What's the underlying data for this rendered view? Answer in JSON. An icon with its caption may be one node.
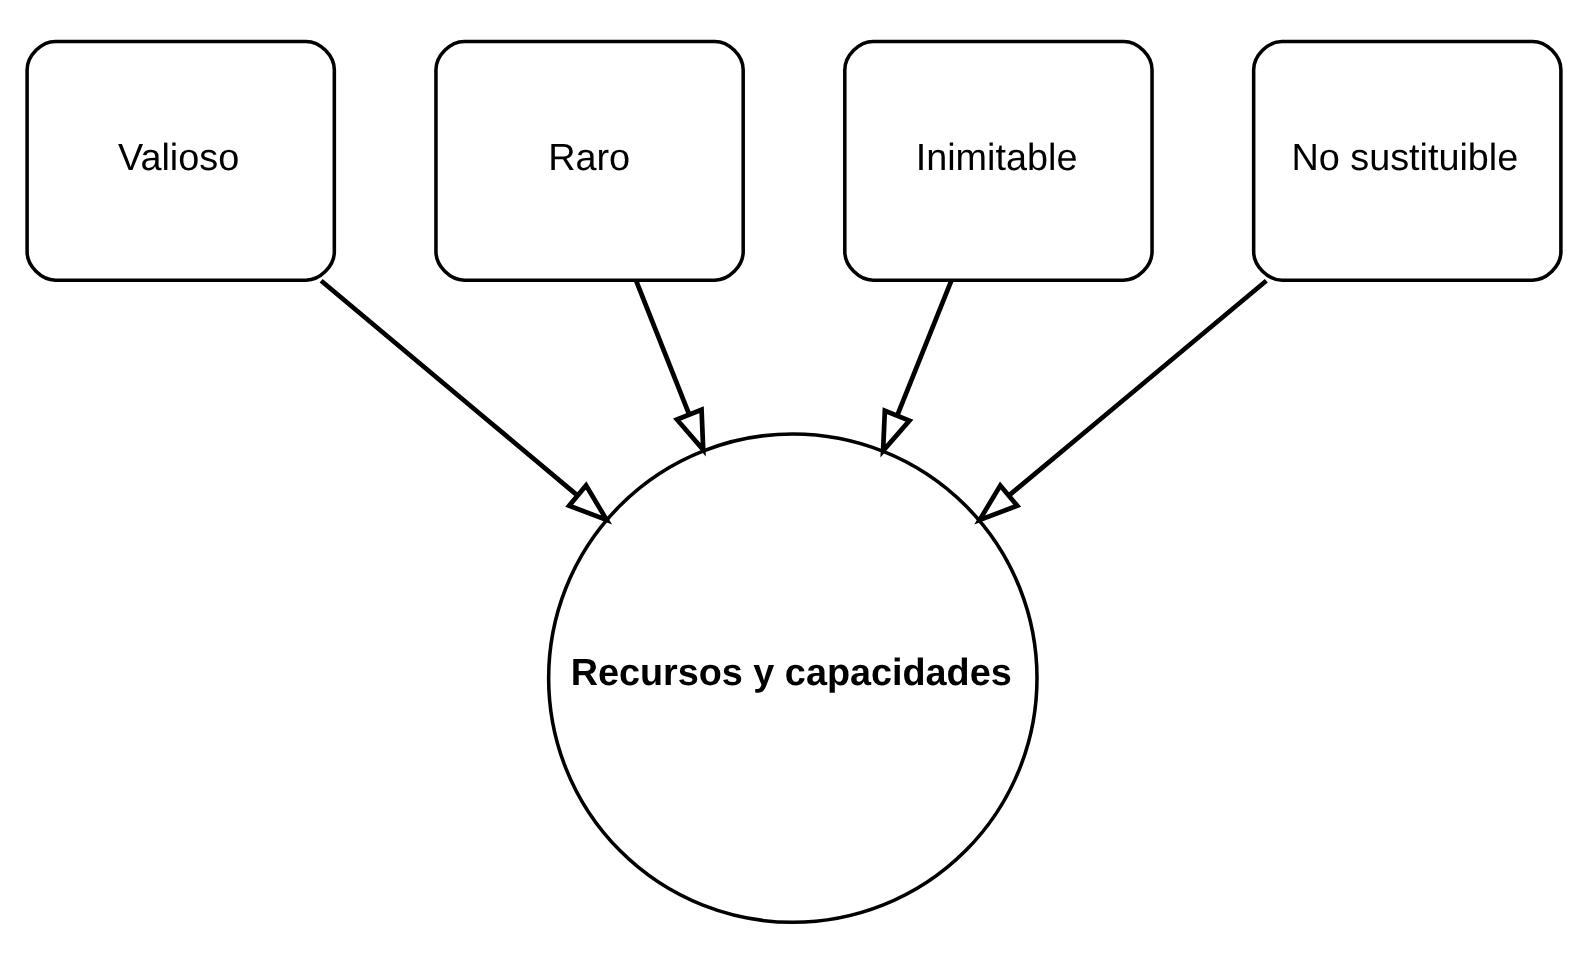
{
  "diagram": {
    "nodes": [
      {
        "text": [
          "Valioso"
        ]
      },
      {
        "text": [
          "Raro"
        ]
      },
      {
        "text": [
          "Inimitable"
        ]
      },
      {
        "text": [
          "No sustituible"
        ]
      },
      {
        "text": [
          "Recursos y capacidades"
        ]
      }
    ],
    "edges": [
      {
        "from": 0,
        "to": 4,
        "arrow": "to"
      },
      {
        "from": 1,
        "to": 4,
        "arrow": "to"
      },
      {
        "from": 2,
        "to": 4,
        "arrow": "to"
      },
      {
        "from": 3,
        "to": 4,
        "arrow": "to"
      }
    ]
  }
}
